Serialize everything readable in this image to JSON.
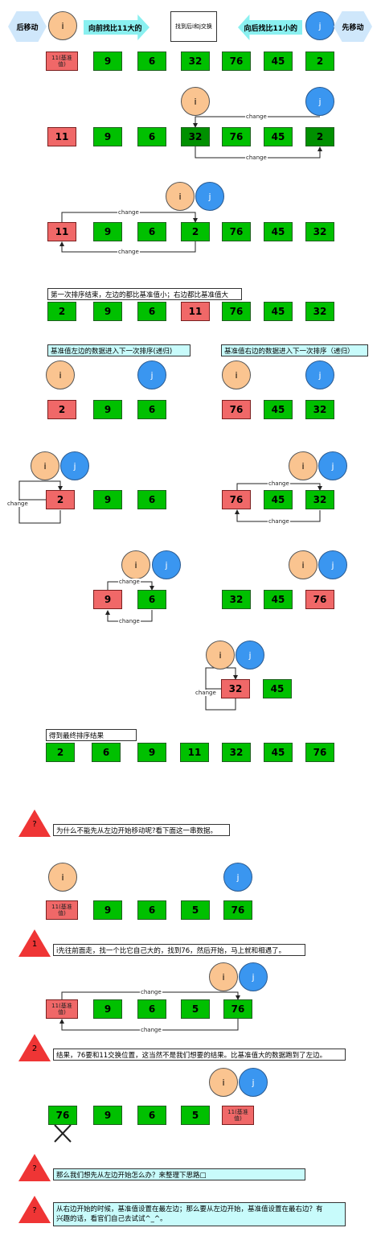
{
  "header": {
    "left_hex": "后移动",
    "right_hex": "先移动",
    "i_label": "i",
    "j_label": "j",
    "arrow_right": "向前找比11大的",
    "arrow_left": "向后找比11小的",
    "center_box": "找到后i和j交换"
  },
  "change_label": "change",
  "values": {
    "pivot_full": "11(基准\n值)",
    "v11": "11",
    "v9": "9",
    "v6": "6",
    "v32": "32",
    "v76": "76",
    "v45": "45",
    "v2": "2",
    "v5": "5"
  },
  "notes": {
    "n1": "第一次排序结束，左边的都比基准值小；右边都比基准值大",
    "n2": "基准值左边的数据进入下一次排序(递归)",
    "n3": "基准值右边的数据进入下一次排序（递归）",
    "n4": "得到最终排序结果",
    "n5": "为什么不能先从左边开始移动呢?看下面这一串数据。",
    "n6": "i先往前面走，找一个比它自己大的，找到76，然后开始，马上就和相遇了。",
    "n7": "结果，76要和11交换位置，这当然不是我们想要的结果。比基准值大的数据跑到了左边。",
    "n8": "那么我们想先从左边开始怎么办？来整理下思路□",
    "n9_line1": "从右边开始的时候，基准值设置在最左边；那么要从左边开始，基准值设置在最右边？有",
    "n9_line2": "兴趣的话，看官们自己去试试^_^。"
  },
  "triangles": {
    "q": "?",
    "one": "1",
    "two": "2"
  },
  "colors": {
    "green": "#00c000",
    "dark_green": "#009000",
    "red": "#f06868",
    "i_circle": "#fac490",
    "j_circle": "#3a96f0",
    "note_cyan": "#c8fbfb",
    "triangle": "#ef3535"
  }
}
